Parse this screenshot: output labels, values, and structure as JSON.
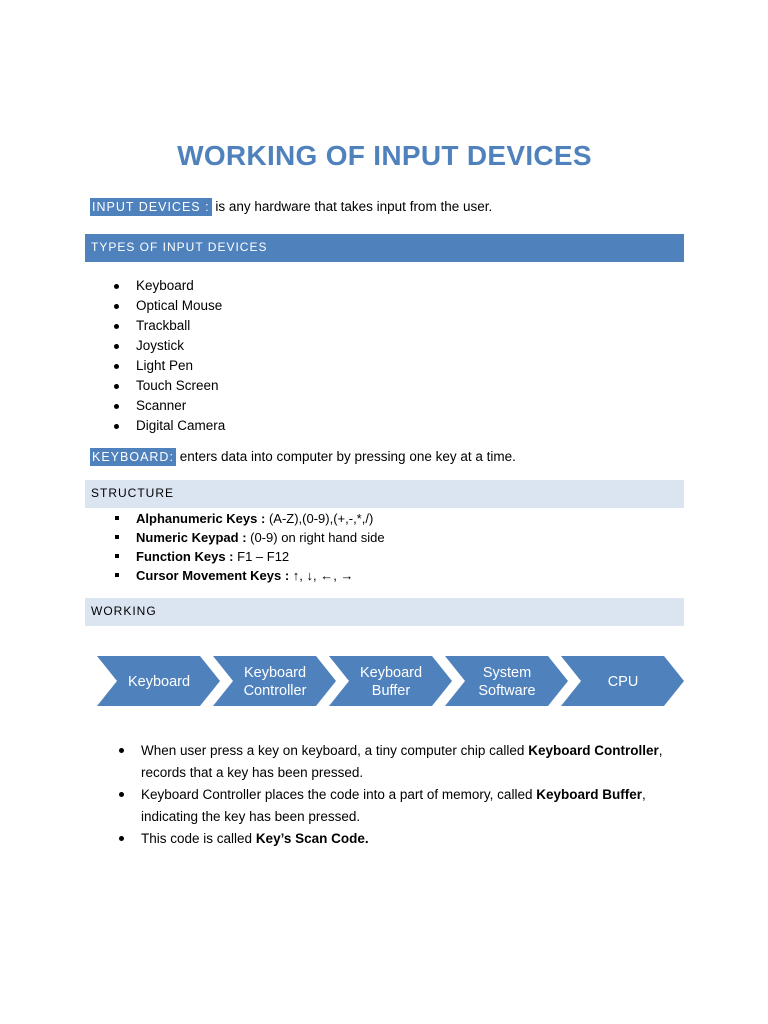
{
  "title": "WORKING OF INPUT DEVICES",
  "definition": {
    "term": "INPUT DEVICES :",
    "text": " is any hardware that takes input from the user."
  },
  "types_header": "TYPES OF INPUT DEVICES",
  "types": [
    "Keyboard",
    "Optical Mouse",
    "Trackball",
    "Joystick",
    "Light Pen",
    "Touch Screen",
    "Scanner",
    "Digital Camera"
  ],
  "keyboard_def": {
    "term": "KEYBOARD:",
    "text": " enters data into computer by pressing one key at a time."
  },
  "structure_header": "STRUCTURE",
  "structure": [
    {
      "label": "Alphanumeric Keys :",
      "value": "  (A-Z),(0-9),(+,-,*,/)"
    },
    {
      "label": "Numeric Keypad :",
      "value": " (0-9) on right hand side"
    },
    {
      "label": "Function Keys :",
      "value": " F1 – F12"
    },
    {
      "label": "Cursor Movement Keys :",
      "value": " ↑, ↓, ←, →"
    }
  ],
  "working_header": "WORKING",
  "flow": [
    {
      "line1": "Keyboard",
      "line2": ""
    },
    {
      "line1": "Keyboard",
      "line2": "Controller"
    },
    {
      "line1": "Keyboard",
      "line2": "Buffer"
    },
    {
      "line1": "System",
      "line2": "Software"
    },
    {
      "line1": "CPU",
      "line2": ""
    }
  ],
  "working_points": [
    {
      "pre": "When user press a key on keyboard, a tiny computer chip called ",
      "bold": "Keyboard Controller",
      "post": ", records that a key has been pressed."
    },
    {
      "pre": "Keyboard Controller places the code into a part of memory, called ",
      "bold": "Keyboard Buffer",
      "post": ", indicating the key has been pressed."
    },
    {
      "pre": "This code is called ",
      "bold": "Key’s Scan Code.",
      "post": ""
    }
  ],
  "colors": {
    "accent": "#4f81bd",
    "light_band": "#dbe5f1"
  }
}
